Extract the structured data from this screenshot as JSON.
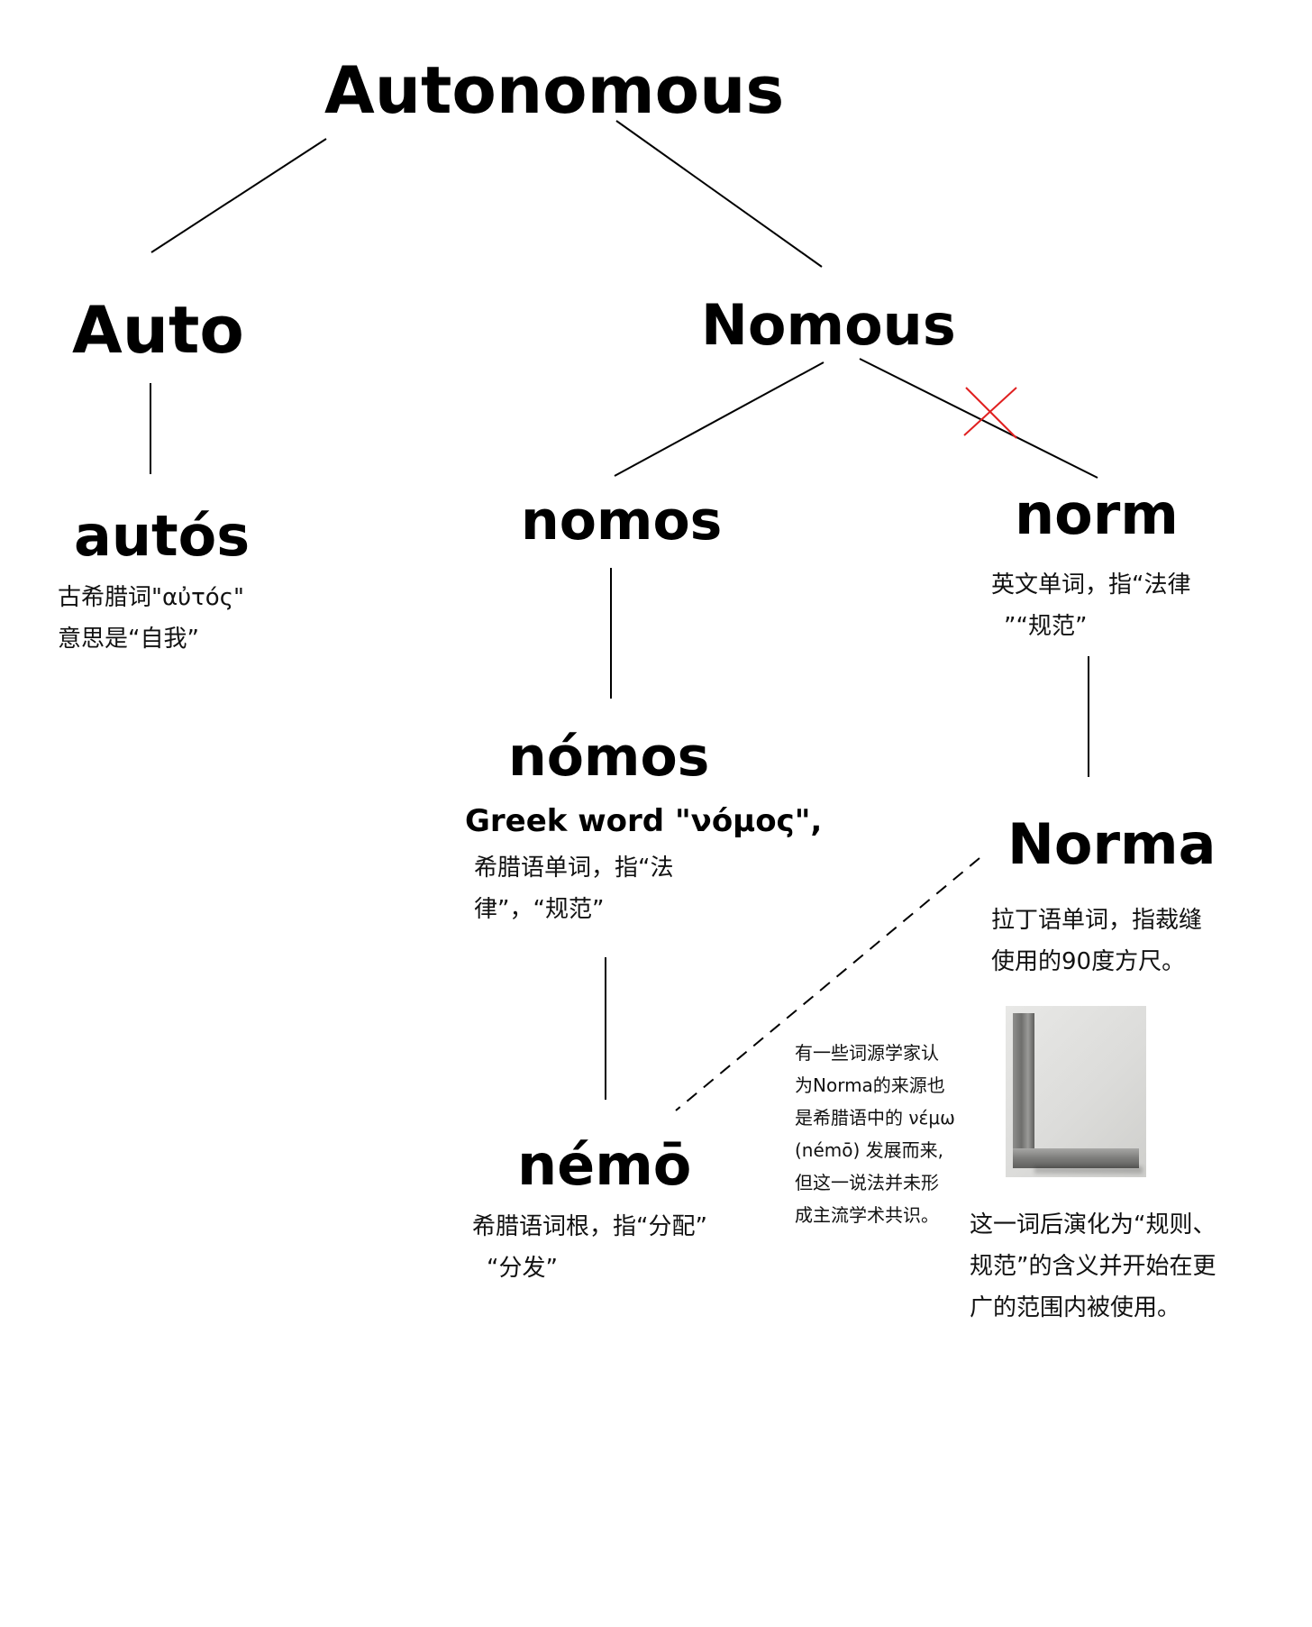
{
  "words": {
    "autonomous": "Autonomous",
    "auto": "Auto",
    "nomous": "Nomous",
    "autos": "autós",
    "nomos": "nomos",
    "norm": "norm",
    "nomos_accent": "nómos",
    "norma": "Norma",
    "nemo": "némō"
  },
  "notes": {
    "autos": [
      "古希腊词\"αὐτός\"",
      "意思是“自我”"
    ],
    "norm": [
      "英文单词，指“法律",
      "”“规范”"
    ],
    "nomos_greek": "Greek word \"νόμος\",",
    "nomos": [
      "希腊语单词，指“法",
      "律”，“规范”"
    ],
    "norma": [
      "拉丁语单词，指裁缝",
      "使用的90度方尺。"
    ],
    "etymologists": [
      "有一些词源学家认",
      "为Norma的来源也",
      "是希腊语中的 νέμω",
      "(némō) 发展而来,",
      "但这一说法并未形",
      "成主流学术共识。"
    ],
    "nemo": [
      "希腊语词根，指“分配”",
      "“分发”"
    ],
    "evolution": [
      "这一词后演化为“规则、",
      "规范”的含义并开始在更",
      "广的范围内被使用。"
    ]
  },
  "colors": {
    "cross": "#e02020",
    "line": "#000000"
  },
  "image": {
    "name": "carpenter-square-photo"
  }
}
